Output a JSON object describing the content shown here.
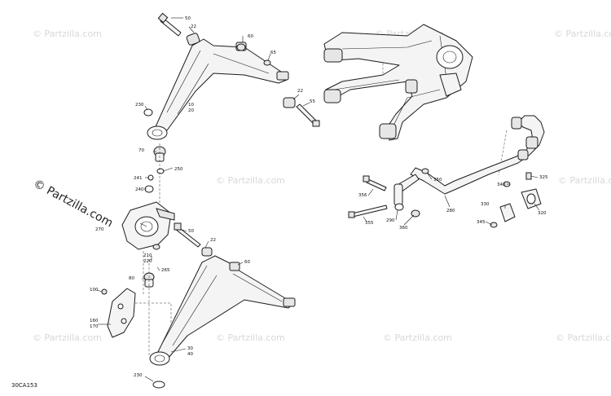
{
  "diagram": {
    "code": "30CA153",
    "watermark": "© Partzilla.com",
    "callouts": [
      "50",
      "22",
      "60",
      "65",
      "230",
      "10",
      "20",
      "22",
      "55",
      "70",
      "250",
      "241",
      "240",
      "270",
      "50",
      "22",
      "210",
      "220",
      "265",
      "60",
      "80",
      "100",
      "160",
      "170",
      "30",
      "40",
      "230",
      "350",
      "356",
      "280",
      "325",
      "340",
      "290",
      "355",
      "360",
      "330",
      "345",
      "320"
    ]
  }
}
